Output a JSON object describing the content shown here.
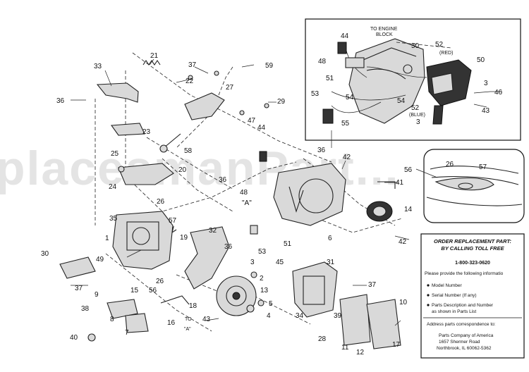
{
  "watermark": "placesmanPart...",
  "inset_top": {
    "label_engine": "TO ENGINE",
    "label_block": "BLOCK",
    "label_red": "(RED)",
    "label_blue": "(BLUE)"
  },
  "leaders": {
    "to_a_left_1": "TO",
    "to_a_left_2": "\"A\"",
    "a_center": "\"A\""
  },
  "callouts": {
    "c21": "21",
    "c37a": "37",
    "c59": "59",
    "c33": "33",
    "c22": "22",
    "c27": "27",
    "c36a": "36",
    "c29": "29",
    "c23": "23",
    "c47": "47",
    "c44a": "44",
    "c58": "58",
    "c36b": "36",
    "c42a": "42",
    "c25": "25",
    "c20": "20",
    "c24": "24",
    "c36c": "36",
    "c48a": "48",
    "c41": "41",
    "c26a": "26",
    "c14": "14",
    "c35": "35",
    "c57a": "57",
    "c19": "19",
    "c32": "32",
    "c1": "1",
    "c51a": "51",
    "c6": "6",
    "c42b": "42",
    "c53a": "53",
    "c36d": "36",
    "c30": "30",
    "c49": "49",
    "c3a": "3",
    "c45": "45",
    "c31": "31",
    "c2": "2",
    "c37b": "37",
    "c15": "15",
    "c26b": "26",
    "c56a": "56",
    "c9": "9",
    "c13": "13",
    "c5": "5",
    "c10": "10",
    "c38": "38",
    "c18": "18",
    "c4": "4",
    "c34": "34",
    "c39": "39",
    "c8": "8",
    "c43a": "43",
    "c7": "7",
    "c16": "16",
    "c40": "40",
    "c28": "28",
    "c11": "11",
    "c12": "12",
    "c17": "17",
    "i44": "44",
    "i50a": "50",
    "i52a": "52",
    "i48": "48",
    "i50b": "50",
    "i51": "51",
    "i3a": "3",
    "i46": "46",
    "i53": "53",
    "i54a": "54",
    "i54b": "54",
    "i52b": "52",
    "i43": "43",
    "i55": "55",
    "i3b": "3",
    "d56": "56",
    "d26": "26",
    "d57": "57"
  },
  "order_box": {
    "heading_1": "ORDER REPLACEMENT PART:",
    "heading_2": "BY CALLING TOLL FREE",
    "phone": "1-800-323-0620",
    "intro": "Please provide the following informatio",
    "items": [
      "Model Number",
      "Serial Number (If any)",
      "Parts Description and Number",
      "as shown in Parts List"
    ],
    "address_intro": "Address parts correspondence to:",
    "company": "Parts Company of America",
    "street": "1657 Shermer Road",
    "city": "Northbrook, IL 60062-5362"
  }
}
